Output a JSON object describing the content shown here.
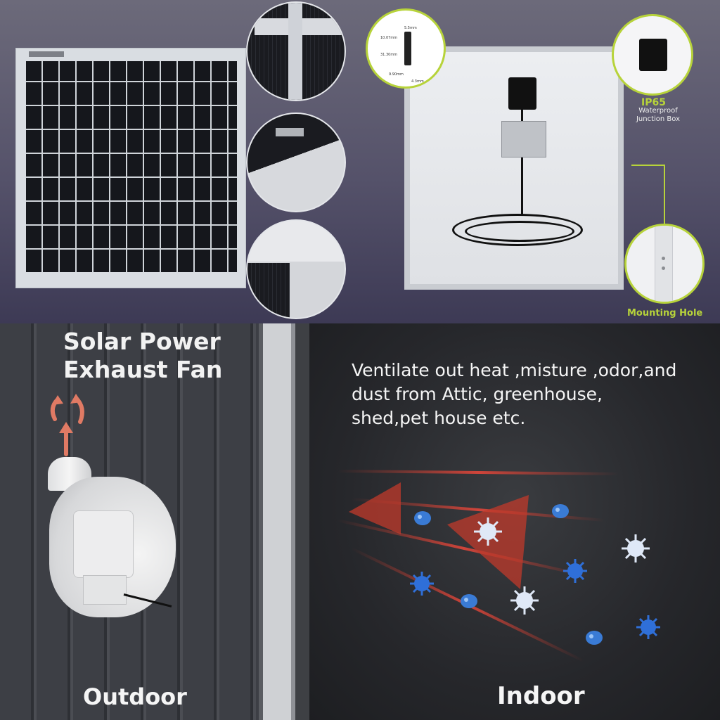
{
  "top": {
    "connector_caption": "",
    "connector_dims": [
      "5.5mm",
      "10.07mm",
      "31.30mm",
      "9.90mm",
      "4.3mm"
    ],
    "junction_label_line1": "IP65",
    "junction_label_line2": "Waterproof",
    "junction_label_line3": "Junction Box",
    "mounting_label": "Mounting Hole"
  },
  "bottom": {
    "title_line1": "Solar Power",
    "title_line2": "Exhaust Fan",
    "description_line1": "Ventilate out heat ,misture ,odor,and",
    "description_line2": "dust from Attic, greenhouse,",
    "description_line3": "shed,pet house etc.",
    "outdoor_label": "Outdoor",
    "indoor_label": "Indoor"
  },
  "colors": {
    "accent_green": "#b7d33a",
    "airflow_red": "#c0392b",
    "arrow_red": "#e07a64"
  },
  "icons": [
    "solar-panel-front",
    "solar-panel-back",
    "junction-box",
    "dc-plug",
    "exhaust-fan",
    "airflow-arrow",
    "germ-icon"
  ]
}
